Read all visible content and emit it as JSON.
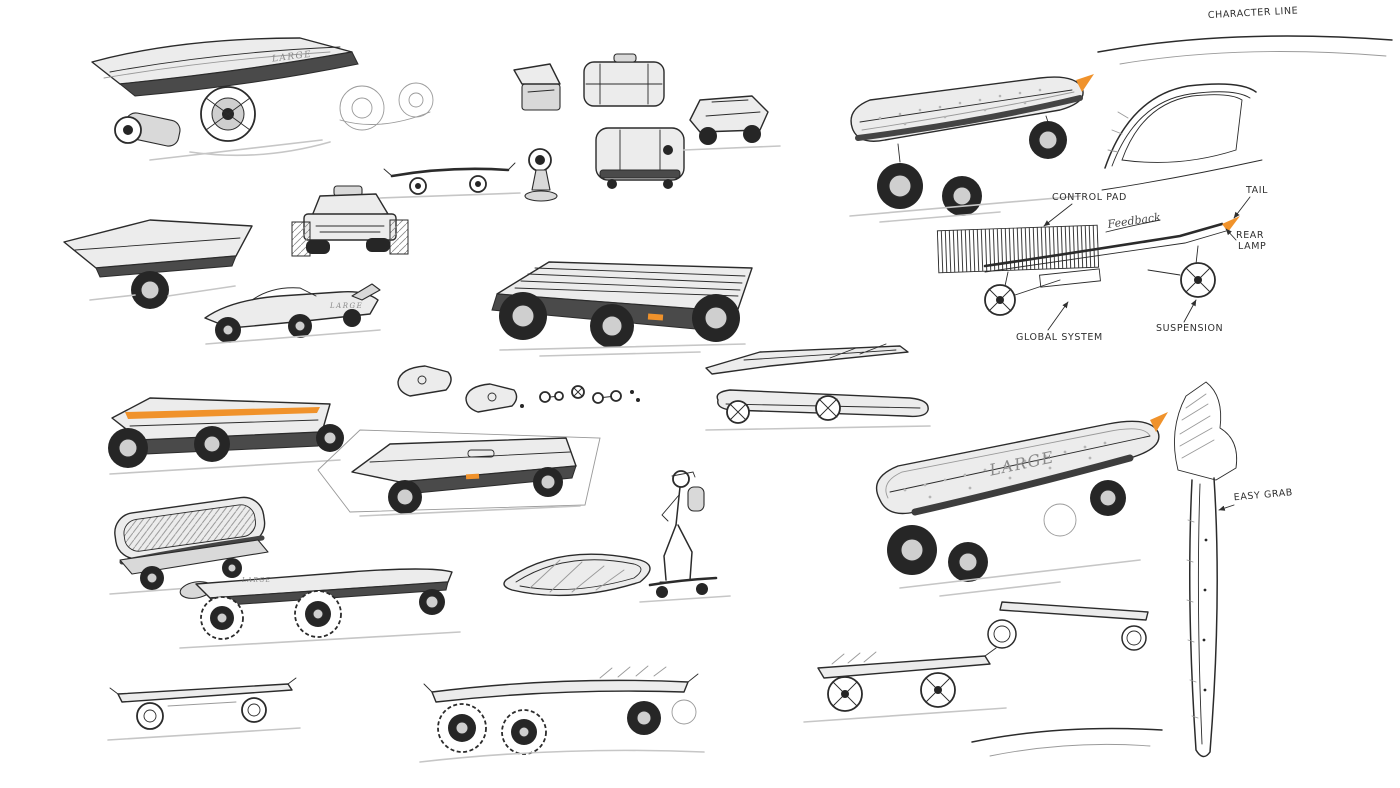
{
  "annotations": {
    "character_line": "CHARACTER LINE",
    "control_pad": "CONTROL PAD",
    "tail": "TAIL",
    "rear_lamp_1": "REAR",
    "rear_lamp_2": "LAMP",
    "global_system": "GLOBAL SYSTEM",
    "suspension": "SUSPENSION",
    "easy_grab": "EASY GRAB",
    "handwritten_note": "Feedback"
  },
  "deck_label": "LARGE",
  "colors": {
    "paper": "#ffffff",
    "ink": "#2b2b2b",
    "shade": "#9a9a9a",
    "accent_orange": "#f0922b"
  }
}
